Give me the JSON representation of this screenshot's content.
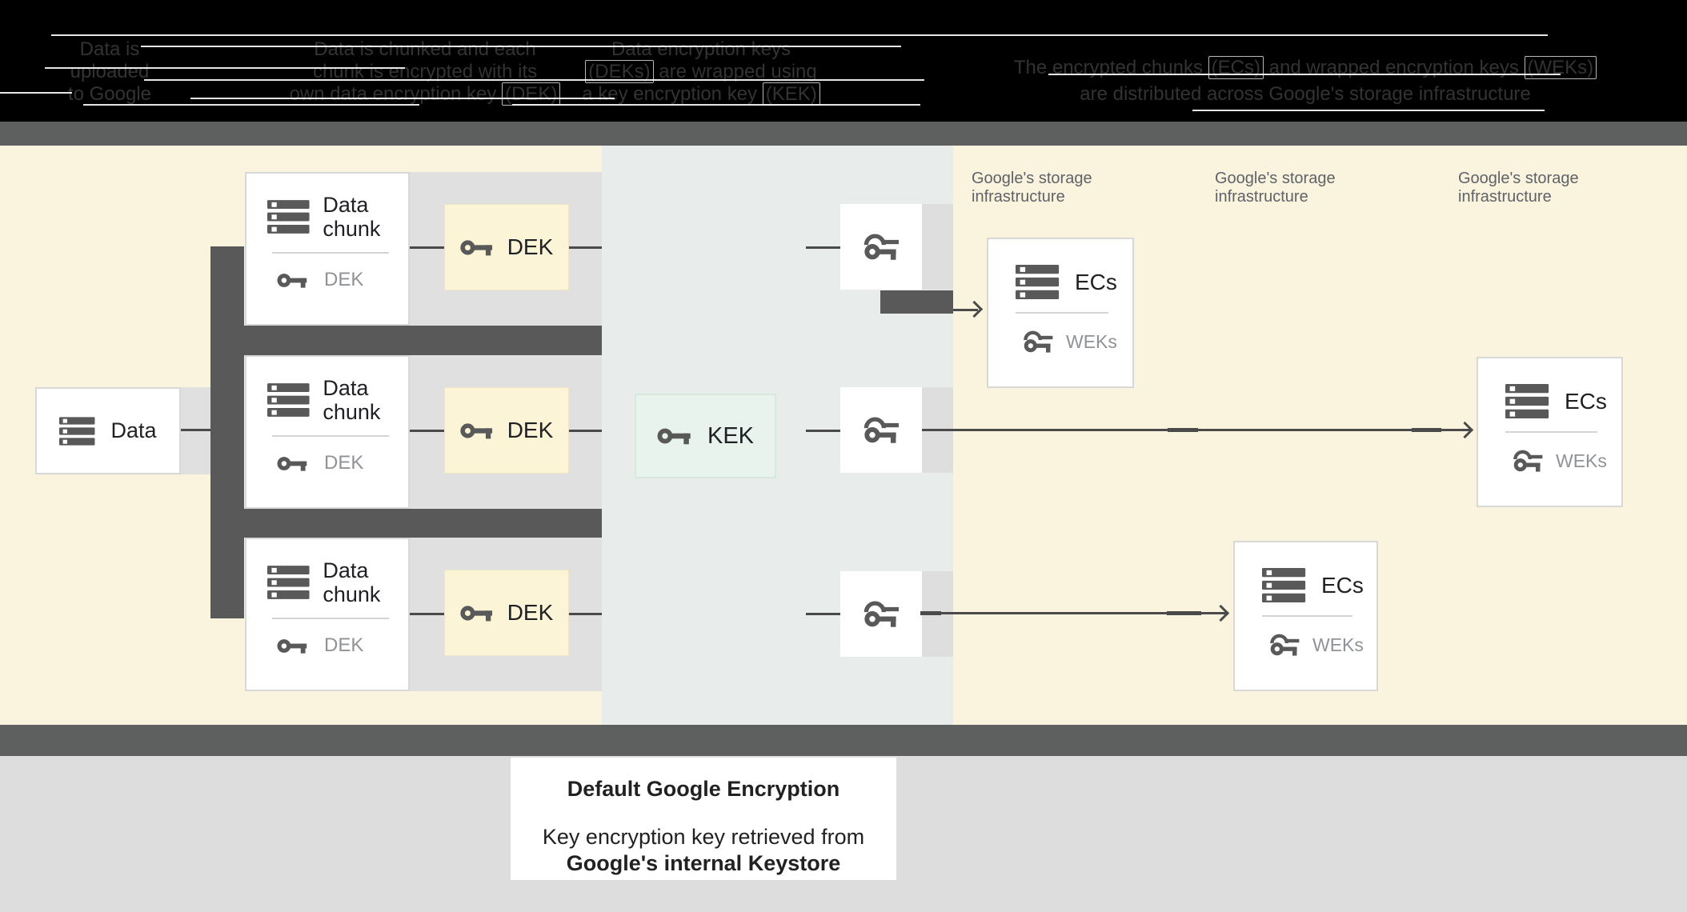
{
  "colors": {
    "header_bg": "#000000",
    "header_text": "#333333",
    "top_bar": "#5e5f5f",
    "cream_region": "#faf3de",
    "middle_region": "#e8eceb",
    "gray_band": "#e0e0e0",
    "dark_connector": "#595959",
    "line": "#4a4a4a",
    "dek_box_bg": "#fcf4d7",
    "kek_box_bg": "#e8f3ed",
    "box_border": "#d8d8d8",
    "text_dark": "#202124",
    "text_gray": "#8f9296",
    "storage_label_gray": "#5f6368",
    "footer_bg": "#dddddd"
  },
  "header": {
    "col1": {
      "l1": "Data is",
      "l2": "uploaded",
      "l3": "to Google"
    },
    "col2": {
      "l1": "Data is chunked and each",
      "l2": "chunk is encrypted with its",
      "l3a": "own data encryption key ",
      "l3tok": "(DEK)"
    },
    "col3": {
      "l1": "Data encryption keys",
      "l2tok": "(DEKs)",
      "l2b": " are wrapped using",
      "l3a": "a key encryption key ",
      "l3tok": "(KEK)"
    },
    "col4": {
      "l1a": "The encrypted chunks ",
      "l1tok1": "(ECs)",
      "l1b": " and wrapped encryption keys ",
      "l1tok2": "(WEKs)",
      "l2": "are distributed across Google's storage infrastructure"
    }
  },
  "diagram": {
    "data_box": {
      "label": "Data"
    },
    "chunks": [
      {
        "title": "Data chunk",
        "key_label": "DEK"
      },
      {
        "title": "Data chunk",
        "key_label": "DEK"
      },
      {
        "title": "Data chunk",
        "key_label": "DEK"
      }
    ],
    "dek_boxes": [
      "DEK",
      "DEK",
      "DEK"
    ],
    "kek_label": "KEK",
    "storage_labels": [
      "Google's storage infrastructure",
      "Google's storage infrastructure",
      "Google's storage infrastructure"
    ],
    "ec_boxes": [
      {
        "title": "ECs",
        "key_label": "WEKs"
      },
      {
        "title": "ECs",
        "key_label": "WEKs"
      },
      {
        "title": "ECs",
        "key_label": "WEKs"
      }
    ]
  },
  "caption": {
    "title": "Default Google Encryption",
    "line1": "Key encryption key retrieved from",
    "line2": "Google's internal Keystore"
  }
}
